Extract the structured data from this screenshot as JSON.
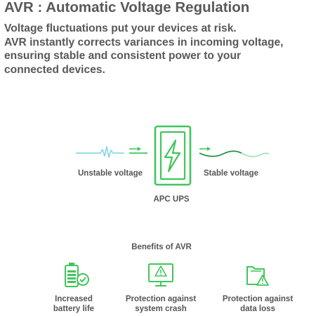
{
  "header": {
    "title": "AVR : Automatic Voltage Regulation",
    "description_lines": [
      "Voltage fluctuations put your devices at risk.",
      "AVR instantly corrects variances in incoming voltage,",
      "ensuring stable and consistent power to your",
      "connected devices."
    ]
  },
  "diagram": {
    "input_label": "Unstable voltage",
    "output_label": "Stable voltage",
    "device_label": "APC UPS",
    "icons": [
      "unstable-wave-icon",
      "arrow-right-icon",
      "ups-lightning-icon",
      "arrow-right-icon",
      "stable-wave-icon"
    ]
  },
  "benefits": {
    "heading": "Benefits of AVR",
    "items": [
      {
        "icon": "battery-check-icon",
        "lines": [
          "Increased",
          "battery life"
        ]
      },
      {
        "icon": "monitor-warning-icon",
        "lines": [
          "Protection against",
          "system crash"
        ]
      },
      {
        "icon": "folder-warning-icon",
        "lines": [
          "Protection against",
          "data loss"
        ]
      }
    ]
  },
  "colors": {
    "accent_green": "#3fc65a",
    "light_green": "#a6e3b0",
    "light_blue": "#8fd8e6",
    "text_gray": "#595959"
  }
}
